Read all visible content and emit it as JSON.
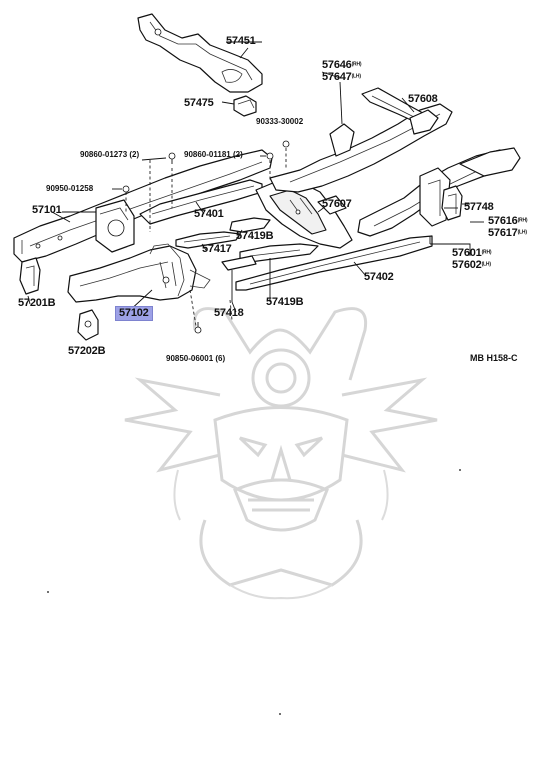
{
  "labels": {
    "p57451": "57451",
    "p57475": "57475",
    "p57646": "57646",
    "p57646_side": "(RH)",
    "p57647": "57647",
    "p57647_side": "(LH)",
    "p57608": "57608",
    "p90333": "90333-30002",
    "p90860_01273": "90860-01273",
    "p90860_01273_qty": "(2)",
    "p90860_01181": "90860-01181",
    "p90860_01181_qty": "(2)",
    "p90950_01258": "90950-01258",
    "p57101": "57101",
    "p57401": "57401",
    "p57607": "57607",
    "p57748": "57748",
    "p57616": "57616",
    "p57616_side": "(RH)",
    "p57617": "57617",
    "p57617_side": "(LH)",
    "p57417": "57417",
    "p57419b_a": "57419B",
    "p57601": "57601",
    "p57601_side": "(RH)",
    "p57602": "57602",
    "p57602_side": "(LH)",
    "p57201b": "57201B",
    "p57402": "57402",
    "p57419b_b": "57419B",
    "p57102": "57102",
    "p57418": "57418",
    "p57202b": "57202B",
    "p90850_06001": "90850-06001",
    "p90850_06001_qty": "(6)",
    "ref_code": "MB  H158-C"
  },
  "colors": {
    "highlight": "#9da1e6",
    "line": "#111111",
    "watermark": "#d6d6d6"
  },
  "highlighted_part": "57102"
}
